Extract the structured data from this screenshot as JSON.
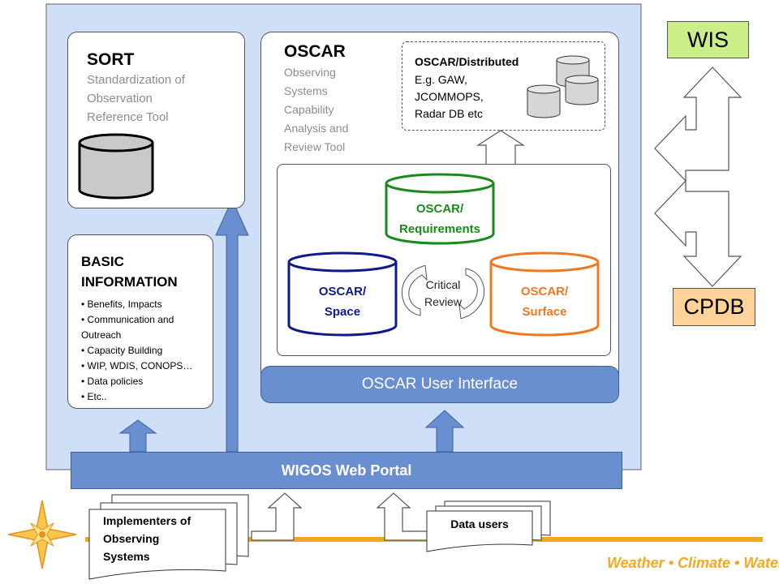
{
  "wis": {
    "label": "WIS"
  },
  "cpdb": {
    "label": "CPDB"
  },
  "sort": {
    "title": "SORT",
    "subtitle": "Standardization of Observation Reference Tool"
  },
  "basic": {
    "title": "BASIC INFORMATION",
    "items": [
      "Benefits, Impacts",
      "Communication and Outreach",
      "Capacity Building",
      "WIP, WDIS, CONOPS…",
      "Data policies",
      "Etc.."
    ]
  },
  "oscar": {
    "title": "OSCAR",
    "subtitle": "Observing Systems Capability Analysis and Review Tool",
    "distributed": {
      "title": "OSCAR/Distributed",
      "text": "E.g. GAW, JCOMMOPS, Radar DB etc"
    },
    "requirements": {
      "line1": "OSCAR/",
      "line2": "Requirements"
    },
    "space": {
      "line1": "OSCAR/",
      "line2": "Space"
    },
    "surface": {
      "line1": "OSCAR/",
      "line2": "Surface"
    },
    "critical_review": {
      "line1": "Critical",
      "line2": "Review"
    },
    "user_interface": "OSCAR User Interface"
  },
  "portal": {
    "label": "WIGOS Web Portal"
  },
  "implementers": {
    "label": "Implementers of Observing Systems"
  },
  "data_users": {
    "label": "Data users"
  },
  "footer": {
    "tagline": "Weather • Climate • Water"
  },
  "colors": {
    "panel_fill": "#cfdff7",
    "portal_fill": "#6a8fd0",
    "wis_fill": "#ccee88",
    "cpdb_fill": "#ffd29a",
    "orange_band": "#f5a71f",
    "space_blue": "#0d1a8c",
    "requirements_green": "#1a8a1a",
    "surface_orange": "#f07820"
  }
}
